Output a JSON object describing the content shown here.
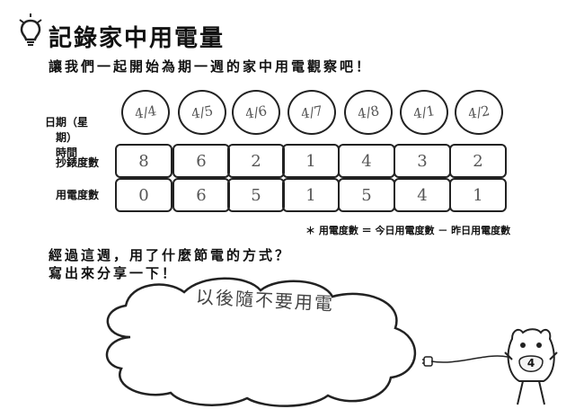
{
  "title": "記錄家中用電量",
  "intro": "讓我們一起開始為期一週的家中用電觀察吧！",
  "row_labels": {
    "date_line1": "日期（星期）",
    "date_line2": "時間",
    "meter_reading": "抄錶度數",
    "usage": "用電度數"
  },
  "days": [
    {
      "date": "4/4",
      "reading": "8",
      "usage": "0"
    },
    {
      "date": "4/5",
      "reading": "6",
      "usage": "6"
    },
    {
      "date": "4/6",
      "reading": "2",
      "usage": "5"
    },
    {
      "date": "4/7",
      "reading": "1",
      "usage": "1"
    },
    {
      "date": "4/8",
      "reading": "4",
      "usage": "5"
    },
    {
      "date": "4/1",
      "reading": "3",
      "usage": "4"
    },
    {
      "date": "4/2",
      "reading": "2",
      "usage": "1"
    }
  ],
  "note": "＊ 用電度數 ＝ 今日用電度數 － 昨日用電度數",
  "question_line1": "經過這週，用了什麼節電的方式？",
  "question_line2": "寫出來分享一下！",
  "answer": "以後隨不要用電",
  "mascot_badge": "4"
}
